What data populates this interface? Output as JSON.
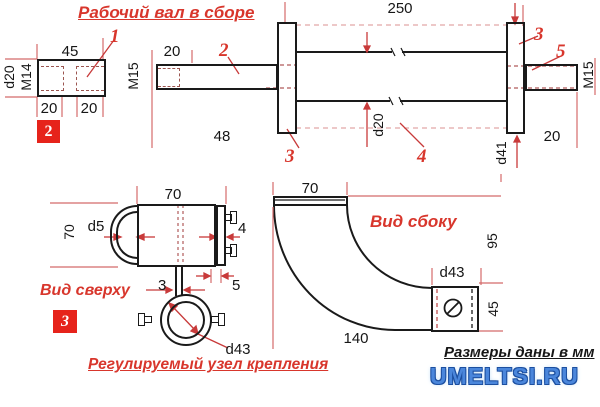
{
  "title": "Рабочий вал в сборе",
  "colors": {
    "dim_red": "#cc4040",
    "accent_red": "#e6231b",
    "line_black": "#1a1a1a",
    "logo_blue": "#4a86db"
  },
  "assembly": {
    "part1": {
      "width": "45",
      "shaft_dia": "d20",
      "thread_left": "M14",
      "depth_left": "20",
      "depth_right": "20",
      "callout": "1",
      "badge": "2"
    },
    "shaft": {
      "thread": "M15",
      "thread_len": "20",
      "length": "48",
      "callout": "2"
    },
    "body": {
      "length": "250",
      "tube_dia": "d20",
      "flange_dia": "d41",
      "callout_flange_left": "3",
      "callout_flange_right": "3",
      "callout_tube": "4"
    },
    "tip": {
      "thread": "M15",
      "length": "20",
      "callout": "5"
    }
  },
  "top_view": {
    "label": "Вид сверху",
    "badge": "3",
    "width": "70",
    "height": "70",
    "rod_dia": "d5",
    "plate_thk": "4",
    "stem_thk": "3",
    "bolt_dim": "5",
    "clamp_dia": "d43",
    "caption": "Регулируемый узел крепления"
  },
  "side_view": {
    "label": "Вид сбоку",
    "top_width": "70",
    "height": "95",
    "boss_dia": "d43",
    "boss_height": "45",
    "length": "140"
  },
  "footer": {
    "note": "Размеры даны в мм",
    "logo": "UMELTSI.RU"
  }
}
